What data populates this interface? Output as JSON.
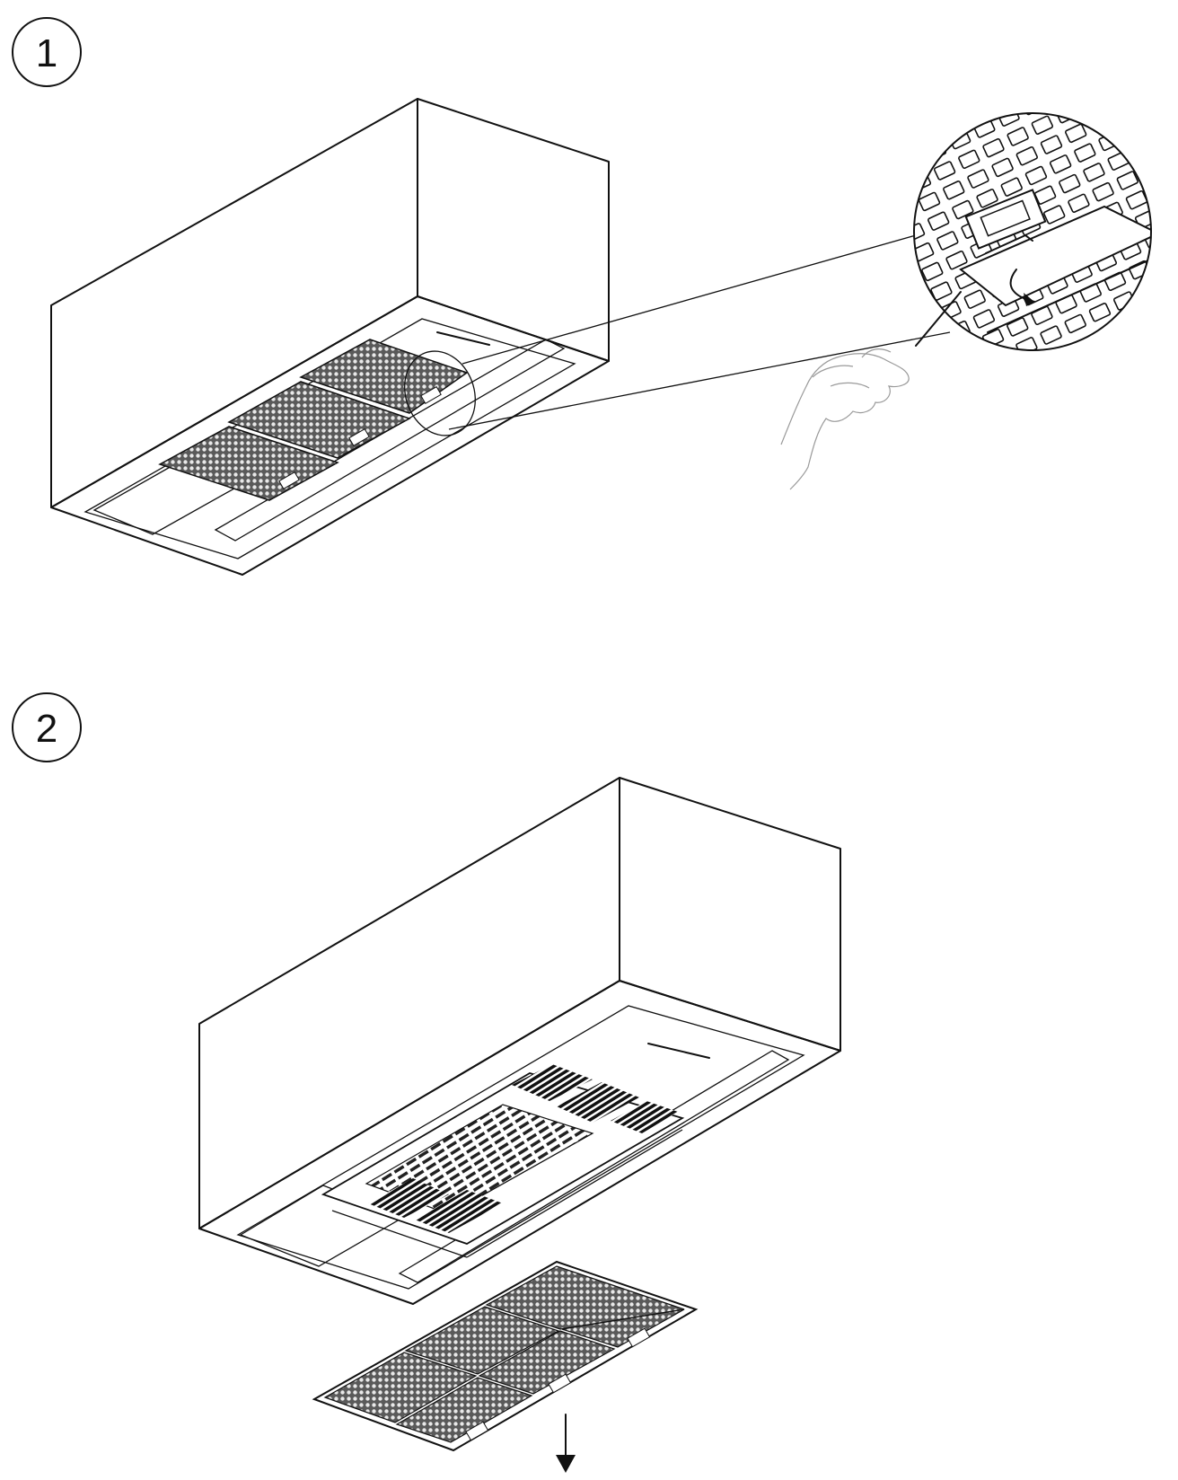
{
  "steps": [
    {
      "number": "1"
    },
    {
      "number": "2"
    }
  ],
  "colors": {
    "line": "#111111",
    "mesh": "#5a5a5a",
    "hand": "#9a9a9a",
    "background": "#ffffff"
  },
  "icons": [
    "down-arrow-icon",
    "curved-arrow-icon",
    "hand-icon",
    "magnifier-callout"
  ]
}
